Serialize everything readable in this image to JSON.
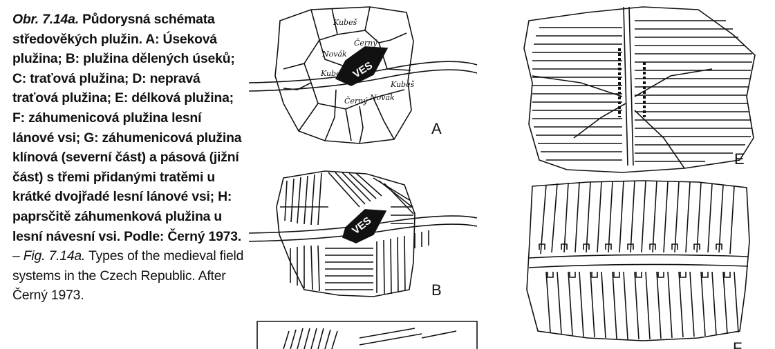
{
  "caption": {
    "cz_label": "Obr. 7.14a.",
    "cz_text": " Půdorysná schémata středověkých plužin. A: Úseková plužina; B: plužina dělených úseků; C: traťová plužina; D: nepravá traťová plužina; E: délková plužina; F: záhumenicová plužina lesní lánové vsi; G: záhumenicová plužina klínová (severní část) a pásová (jižní část) s třemi přidanými tratěmi u krátké dvojřadé lesní lánové vsi; H: paprsčitě záhumenková plužina u lesní návesní vsi. Podle: Černý 1973.",
    "separator": " – ",
    "en_label": "Fig. 7.14a.",
    "en_text": " Types of the medieval field systems in the Czech Republic. After Černý 1973."
  },
  "figures": {
    "A": {
      "label": "A",
      "village": "VES",
      "owners": [
        "Kubeš",
        "Černý",
        "Novák",
        "Kubeš",
        "Kubeš",
        "Černý",
        "Novák"
      ]
    },
    "B": {
      "label": "B",
      "village": "VES"
    },
    "E": {
      "label": "E"
    },
    "F": {
      "label": "F"
    }
  }
}
